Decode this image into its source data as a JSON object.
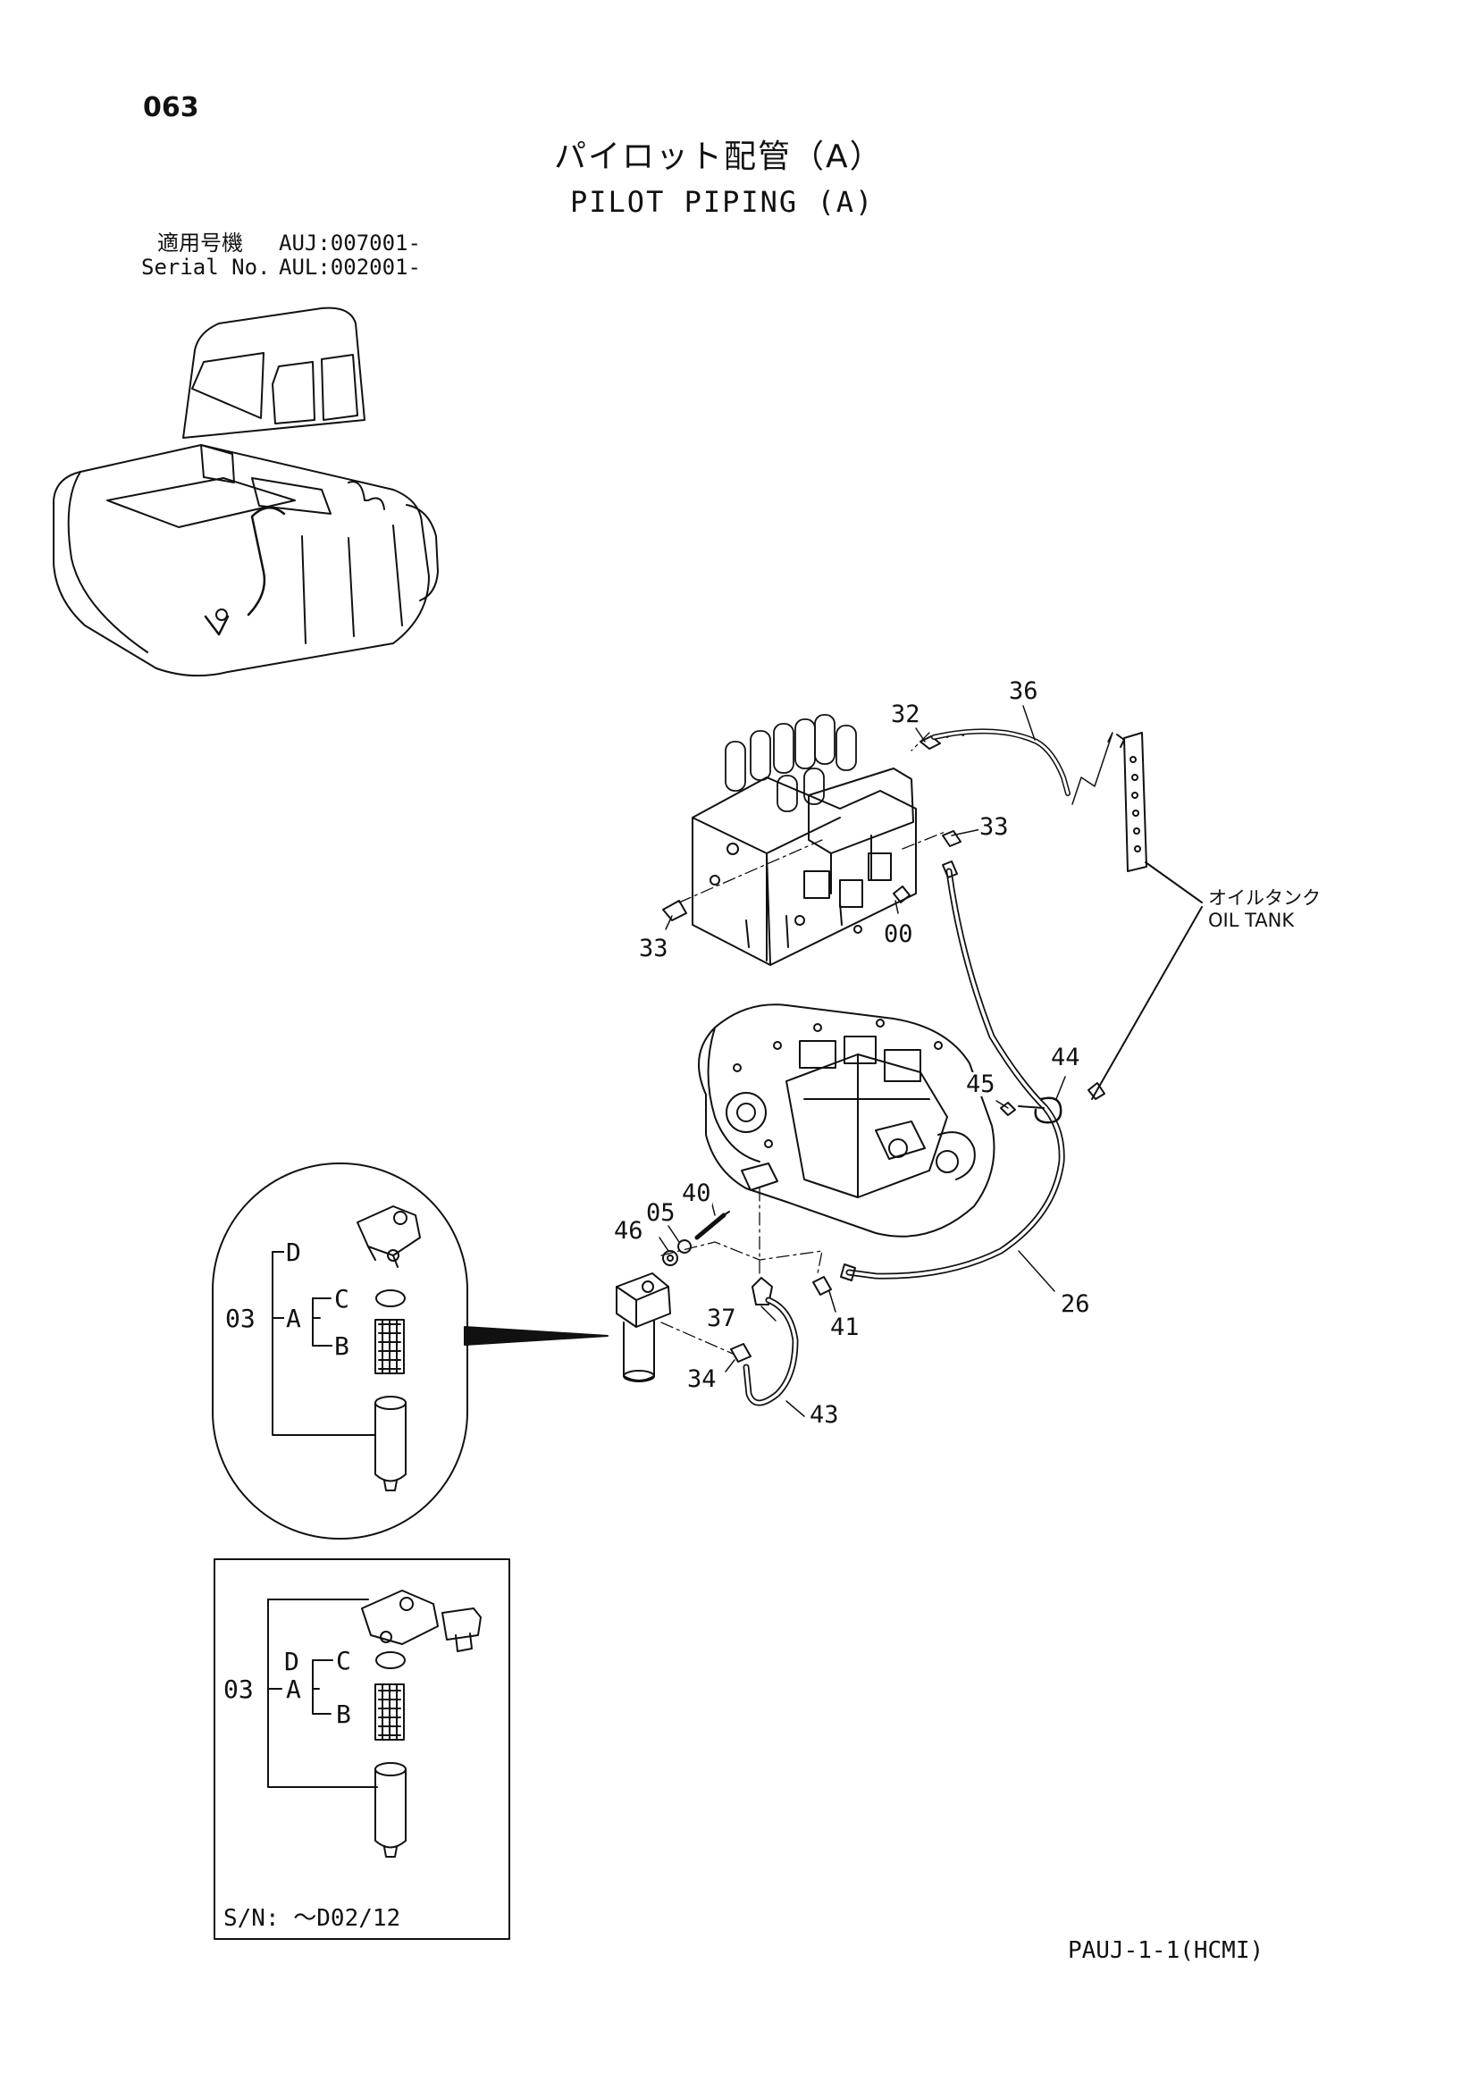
{
  "page_number": "063",
  "title_jp": "パイロット配管（A）",
  "title_en": "PILOT PIPING (A)",
  "serial_label_jp": "適用号機",
  "serial_label_en": "Serial No.",
  "serial_1": "AUJ:007001-",
  "serial_2": "AUL:002001-",
  "callouts": {
    "c36": "36",
    "c32": "32",
    "c33a": "33",
    "c33b": "33",
    "c00": "00",
    "c44": "44",
    "c45": "45",
    "c40": "40",
    "c05": "05",
    "c46": "46",
    "c37": "37",
    "c41": "41",
    "c26": "26",
    "c34": "34",
    "c43": "43"
  },
  "oil_tank_jp": "オイルタンク",
  "oil_tank_en": "OIL TANK",
  "filter_legend": {
    "assembly": "03",
    "a": "A",
    "b": "B",
    "c": "C",
    "d": "D"
  },
  "serial_box_note": "S/N: ～D02/12",
  "footer_code": "PAUJ-1-1(HCMI)",
  "icons": [
    "excavator-overview",
    "control-valve",
    "hydraulic-pump",
    "pilot-filter",
    "oil-tank-bracket"
  ]
}
